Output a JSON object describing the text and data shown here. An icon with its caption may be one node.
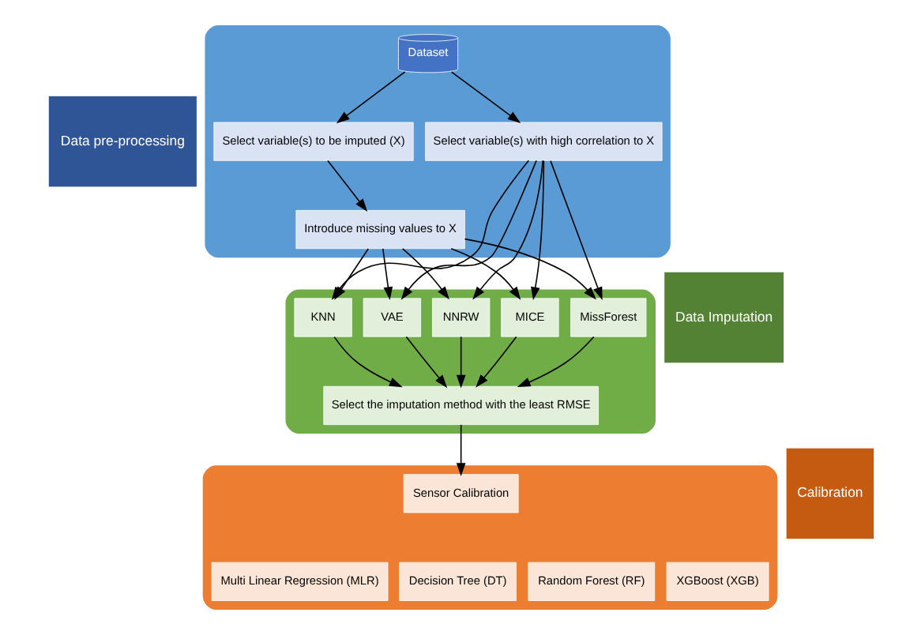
{
  "diagram": {
    "nodes": [
      {
        "text": [
          "Data pre-processing"
        ]
      },
      {
        "text": [],
        "shape": "box"
      },
      {
        "text": [
          "Dataset"
        ],
        "in": 1
      },
      {
        "text": [
          "Select variable(s) to be imputed (X)"
        ],
        "in": 1
      },
      {
        "text": [
          "Select variable(s) with high correlation to X"
        ],
        "in": 1
      },
      {
        "text": [
          "Introduce missing values to X"
        ],
        "in": 1
      },
      {
        "text": [
          "Data Imputation"
        ]
      },
      {
        "text": [],
        "shape": "box"
      },
      {
        "text": [
          "VAE"
        ],
        "in": 7
      },
      {
        "text": [
          "NNRW"
        ],
        "in": 7
      },
      {
        "text": [
          "MICE"
        ],
        "in": 7
      },
      {
        "text": [
          "MissForest"
        ],
        "in": 7
      },
      {
        "text": [
          "KNN"
        ],
        "in": 7
      },
      {
        "text": [
          "Select the imputation method with the least RMSE"
        ],
        "in": 7
      },
      {
        "text": [
          "Calibration"
        ]
      },
      {
        "text": [],
        "shape": "box"
      },
      {
        "text": [
          "Sensor Calibration"
        ],
        "in": 15
      },
      {
        "text": [
          "Multi Linear Regression (MLR)"
        ],
        "in": 15
      },
      {
        "text": [
          "Decision Tree (DT)"
        ],
        "in": 15
      },
      {
        "text": [
          "Random Forest (RF)"
        ],
        "in": 15
      },
      {
        "text": [
          "XGBoost (XGB)"
        ],
        "in": 15
      }
    ],
    "edges": [
      {
        "from": 2,
        "to": 3,
        "arrow": "to"
      },
      {
        "from": 2,
        "to": 4,
        "arrow": "to"
      },
      {
        "from": 3,
        "to": 5,
        "arrow": "to"
      },
      {
        "from": 5,
        "to": 8,
        "arrow": "to"
      },
      {
        "from": 5,
        "to": 9,
        "arrow": "to"
      },
      {
        "from": 5,
        "to": 10,
        "arrow": "to"
      },
      {
        "from": 5,
        "to": 11,
        "arrow": "to"
      },
      {
        "from": 5,
        "to": 12,
        "arrow": "to"
      },
      {
        "from": 4,
        "to": 8,
        "arrow": "to"
      },
      {
        "from": 4,
        "to": 9,
        "arrow": "to"
      },
      {
        "from": 4,
        "to": 10,
        "arrow": "to"
      },
      {
        "from": 4,
        "to": 11,
        "arrow": "to"
      },
      {
        "from": 4,
        "to": 12,
        "arrow": "to"
      },
      {
        "from": 8,
        "to": 13,
        "arrow": "to"
      },
      {
        "from": 9,
        "to": 13,
        "arrow": "to"
      },
      {
        "from": 10,
        "to": 13,
        "arrow": "to"
      },
      {
        "from": 11,
        "to": 13,
        "arrow": "to"
      },
      {
        "from": 12,
        "to": 13,
        "arrow": "to"
      },
      {
        "from": 13,
        "to": 16,
        "arrow": "to"
      }
    ]
  }
}
